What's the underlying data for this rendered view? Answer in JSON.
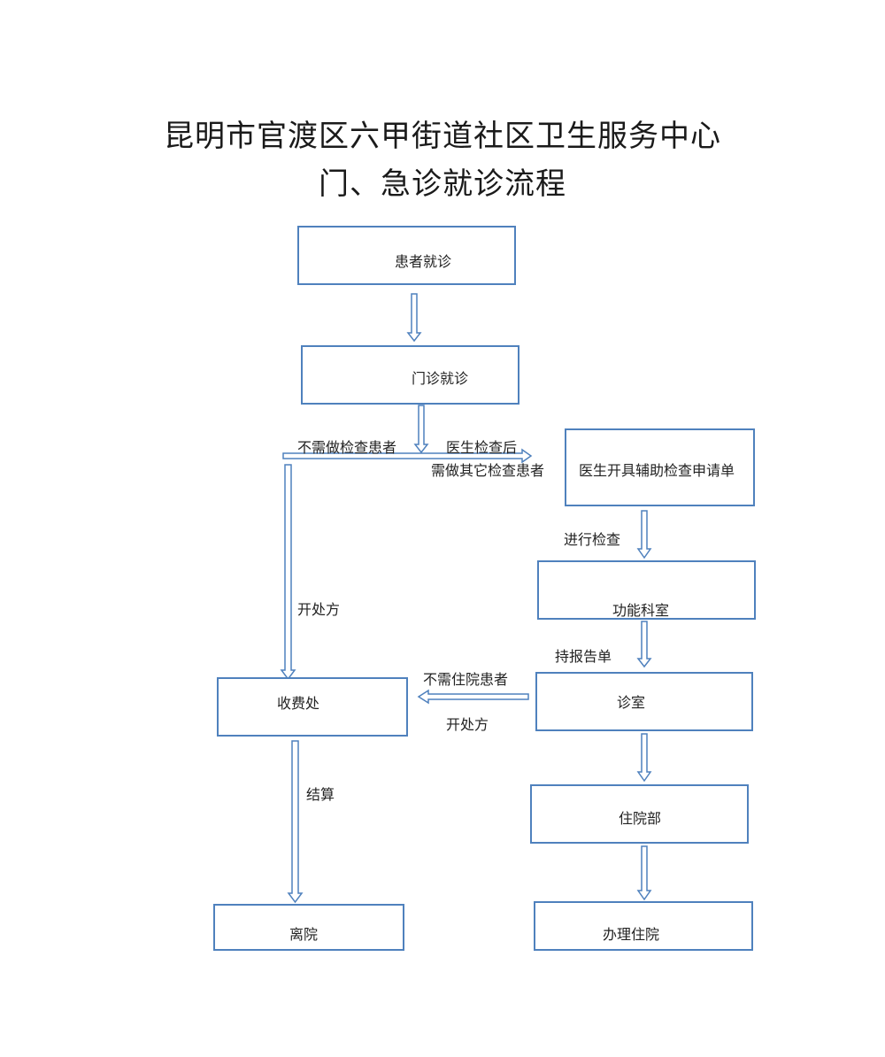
{
  "title": {
    "line1": "昆明市官渡区六甲街道社区卫生服务中心",
    "line2": "门、急诊就诊流程"
  },
  "nodes": {
    "patient_visit": "患者就诊",
    "outpatient_visit": "门诊就诊",
    "aux_exam_request": "医生开具辅助检查申请单",
    "function_dept": "功能科室",
    "consult_room": "诊室",
    "cashier": "收费处",
    "inpatient_dept": "住院部",
    "discharge": "离院",
    "admission": "办理住院"
  },
  "edge_labels": {
    "no_exam_needed": "不需做检查患者",
    "after_exam_line1": "医生检查后",
    "after_exam_line2": "需做其它检查患者",
    "do_exam": "进行检查",
    "prescribe_left": "开处方",
    "hold_report": "持报告单",
    "no_hospitalization": "不需住院患者",
    "prescribe_mid": "开处方",
    "settle": "结算"
  },
  "colors": {
    "border": "#4f81bd"
  }
}
